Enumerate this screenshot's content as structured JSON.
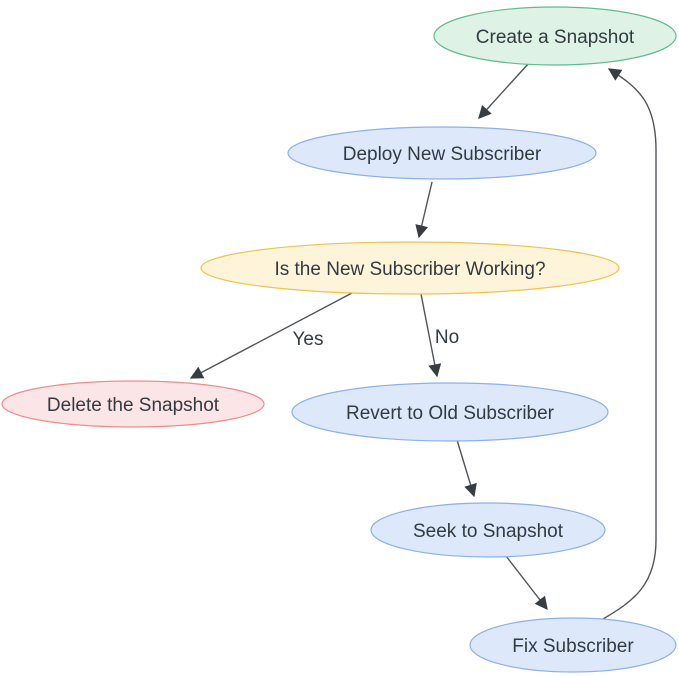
{
  "diagram": {
    "type": "flowchart",
    "background_color": "#ffffff",
    "text_color": "#333b41",
    "edge_color": "#50555a",
    "arrowhead_color": "#383d42",
    "nodes": [
      {
        "id": "create-snapshot",
        "label": "Create a Snapshot",
        "shape": "ellipse",
        "fill": "#def2e6",
        "stroke": "#63ba8e"
      },
      {
        "id": "deploy-new-subscriber",
        "label": "Deploy New Subscriber",
        "shape": "ellipse",
        "fill": "#dde9fb",
        "stroke": "#8db0ea"
      },
      {
        "id": "is-new-subscriber-working",
        "label": "Is the New Subscriber Working?",
        "shape": "ellipse",
        "fill": "#fdf4da",
        "stroke": "#f0c24b"
      },
      {
        "id": "delete-the-snapshot",
        "label": "Delete the Snapshot",
        "shape": "ellipse",
        "fill": "#fbe5e6",
        "stroke": "#ef8d8d"
      },
      {
        "id": "revert-to-old-subscriber",
        "label": "Revert to Old Subscriber",
        "shape": "ellipse",
        "fill": "#dde9fb",
        "stroke": "#8db0ea"
      },
      {
        "id": "seek-to-snapshot",
        "label": "Seek to Snapshot",
        "shape": "ellipse",
        "fill": "#dde9fb",
        "stroke": "#8db0ea"
      },
      {
        "id": "fix-subscriber",
        "label": "Fix Subscriber",
        "shape": "ellipse",
        "fill": "#dde9fb",
        "stroke": "#8db0ea"
      }
    ],
    "edges": [
      {
        "from": "create-snapshot",
        "to": "deploy-new-subscriber",
        "label": ""
      },
      {
        "from": "deploy-new-subscriber",
        "to": "is-new-subscriber-working",
        "label": ""
      },
      {
        "from": "is-new-subscriber-working",
        "to": "delete-the-snapshot",
        "label": "Yes"
      },
      {
        "from": "is-new-subscriber-working",
        "to": "revert-to-old-subscriber",
        "label": "No"
      },
      {
        "from": "revert-to-old-subscriber",
        "to": "seek-to-snapshot",
        "label": ""
      },
      {
        "from": "seek-to-snapshot",
        "to": "fix-subscriber",
        "label": ""
      },
      {
        "from": "fix-subscriber",
        "to": "create-snapshot",
        "label": ""
      }
    ]
  }
}
